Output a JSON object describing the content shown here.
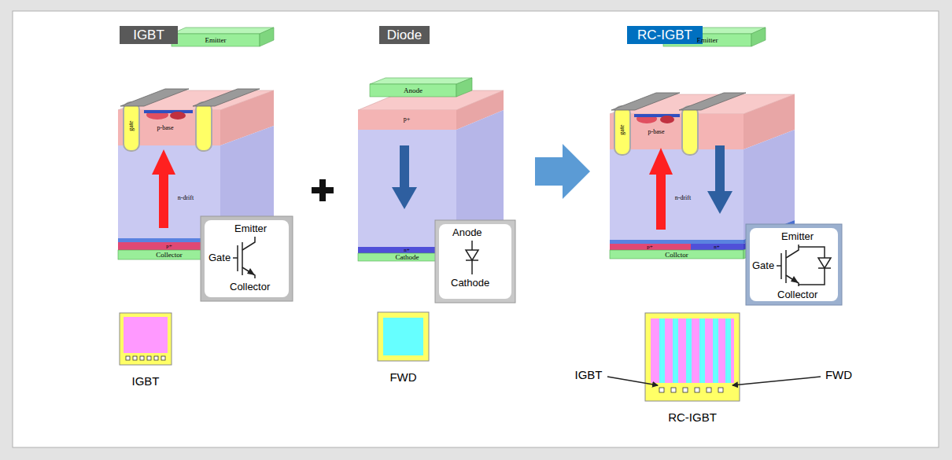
{
  "diagram": {
    "nodes": [
      {
        "text": [
          "IGBT"
        ]
      },
      {
        "text": [
          "Diode"
        ]
      },
      {
        "text": [
          "RC-IGBT"
        ]
      },
      {
        "text": [
          "Emitter"
        ]
      },
      {
        "text": [
          "Collector"
        ]
      },
      {
        "text": [
          "Emitter",
          "Gate",
          "Collector"
        ]
      },
      {
        "text": [
          "IGBT"
        ]
      },
      {
        "text": [
          "Anode"
        ]
      },
      {
        "text": [
          "Cathode"
        ]
      },
      {
        "text": [
          "Anode",
          "Cathode"
        ]
      },
      {
        "text": [
          "FWD"
        ]
      },
      {
        "text": [
          "Emitter"
        ]
      },
      {
        "text": [
          "Collctor"
        ]
      },
      {
        "text": [
          "Emitter",
          "Gate",
          "Collector"
        ]
      },
      {
        "text": [
          "RC-IGBT"
        ]
      }
    ],
    "labels": [
      "gate",
      "p-base",
      "n-drift",
      "p+",
      "p+",
      "n+",
      "gate",
      "p-base",
      "n-drift",
      "p+",
      "n+",
      "IGBT",
      "FWD"
    ]
  }
}
